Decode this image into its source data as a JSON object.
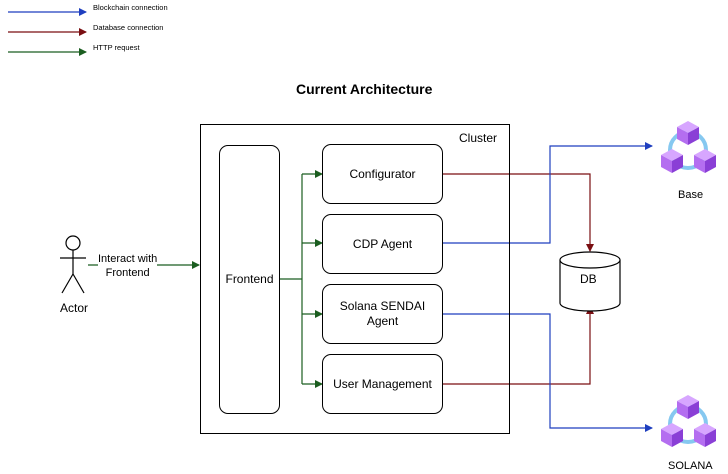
{
  "legend": [
    {
      "label": "Blockchain connection",
      "color": "#1f3fbf"
    },
    {
      "label": "Database connection",
      "color": "#7a0f12"
    },
    {
      "label": "HTTP request",
      "color": "#1b5e20"
    }
  ],
  "title": "Current Architecture",
  "cluster": {
    "label": "Cluster"
  },
  "actor": {
    "label": "Actor",
    "edge_label": "Interact with\nFrontend"
  },
  "frontend": {
    "label": "Frontend"
  },
  "services": {
    "configurator": "Configurator",
    "cdp_agent": "CDP Agent",
    "solana_agent": "Solana SENDAI\nAgent",
    "user_management": "User Management"
  },
  "database": {
    "label": "DB"
  },
  "chains": {
    "base": "Base",
    "solana": "SOLANA"
  },
  "colors": {
    "blockchain": "#1f3fbf",
    "database": "#7a0f12",
    "http": "#1b5e20",
    "block_face": "#b46ef0",
    "block_dark": "#7a2fc4",
    "ring": "#86c8f0"
  }
}
